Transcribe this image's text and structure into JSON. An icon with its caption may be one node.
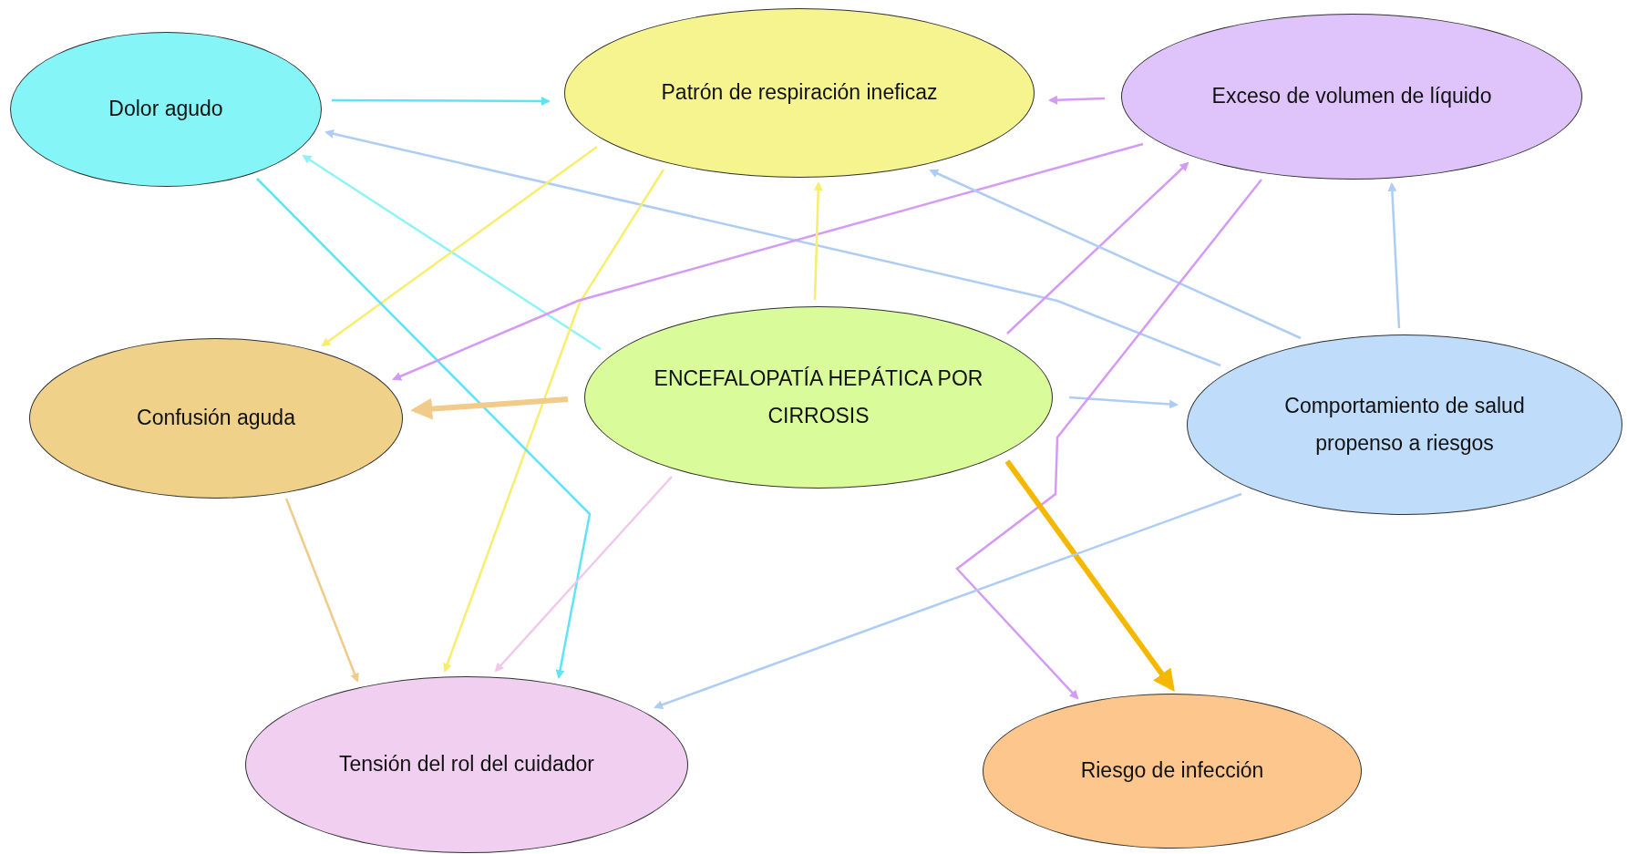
{
  "diagram": {
    "nodes": [
      {
        "text": [
          "Dolor agudo"
        ]
      },
      {
        "text": [
          "Patrón de respiración ineficaz"
        ]
      },
      {
        "text": [
          "Exceso de volumen de líquido"
        ]
      },
      {
        "text": [
          "Confusión aguda"
        ]
      },
      {
        "text": [
          "ENCEFALOPATÍA HEPÁTICA POR CIRROSIS"
        ]
      },
      {
        "text": [
          "Comportamiento de salud propenso a riesgos"
        ]
      },
      {
        "text": [
          "Tensión del rol del cuidador"
        ]
      },
      {
        "text": [
          "Riesgo de infección"
        ]
      }
    ],
    "edges": [
      {
        "from": 0,
        "to": 1,
        "arrow": "to",
        "color": "#5ee5f5"
      },
      {
        "from": 2,
        "to": 1,
        "arrow": "to",
        "color": "#d49af5"
      },
      {
        "from": 5,
        "to": 0,
        "arrow": "to",
        "color": "#aecdf5"
      },
      {
        "from": 4,
        "to": 0,
        "arrow": "to",
        "color": "#8ff3f5"
      },
      {
        "from": 1,
        "to": 3,
        "arrow": "to",
        "color": "#f8ee6e"
      },
      {
        "from": 1,
        "to": 6,
        "arrow": "to",
        "color": "#f8ee6e"
      },
      {
        "from": 0,
        "to": 6,
        "arrow": "to",
        "color": "#5ee5f5"
      },
      {
        "from": 2,
        "to": 3,
        "arrow": "to",
        "color": "#d49af5"
      },
      {
        "from": 4,
        "to": 1,
        "arrow": "to",
        "color": "#f8ee6e"
      },
      {
        "from": 4,
        "to": 2,
        "arrow": "to",
        "color": "#d49af5"
      },
      {
        "from": 5,
        "to": 1,
        "arrow": "to",
        "color": "#aecdf5"
      },
      {
        "from": 5,
        "to": 2,
        "arrow": "to",
        "color": "#aecdf5"
      },
      {
        "from": 4,
        "to": 3,
        "arrow": "to",
        "style": "thick",
        "color": "#f0cb8a"
      },
      {
        "from": 4,
        "to": 5,
        "arrow": "to",
        "color": "#aecdf5"
      },
      {
        "from": 2,
        "to": 7,
        "arrow": "to",
        "color": "#d49af5"
      },
      {
        "from": 4,
        "to": 7,
        "arrow": "to",
        "style": "thick",
        "color": "#f5b800"
      },
      {
        "from": 4,
        "to": 6,
        "arrow": "to",
        "color": "#f0c8ec"
      },
      {
        "from": 3,
        "to": 6,
        "arrow": "to",
        "color": "#f0cb8a"
      },
      {
        "from": 5,
        "to": 6,
        "arrow": "to",
        "color": "#aecdf5"
      }
    ]
  }
}
